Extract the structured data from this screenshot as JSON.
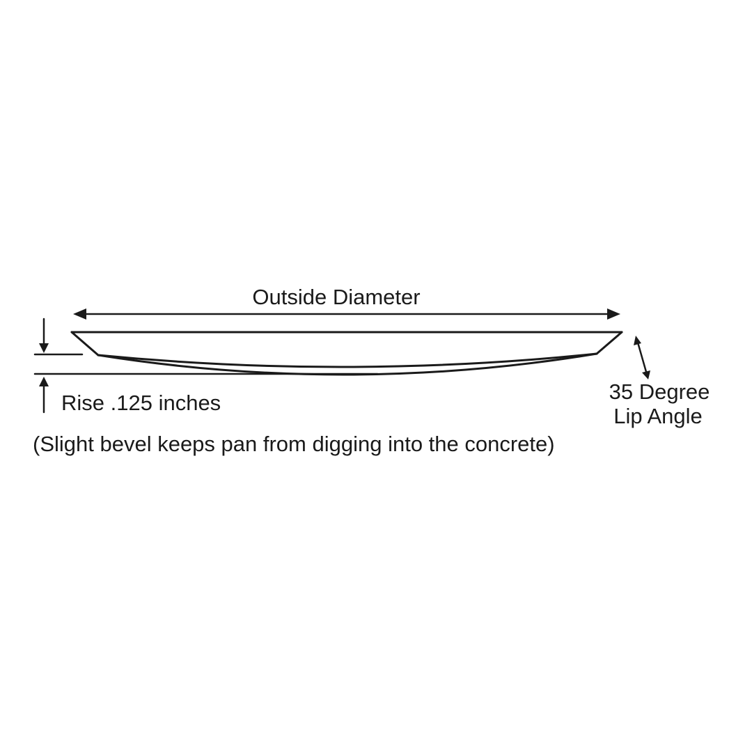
{
  "diagram": {
    "type": "pan-cross-section-dimension-drawing",
    "labels": {
      "outside_diameter": "Outside Diameter",
      "rise": "Rise .125 inches",
      "bevel_note": "(Slight bevel keeps pan from digging into the concrete)",
      "lip_angle_line1": "35 Degree",
      "lip_angle_line2": "Lip Angle"
    },
    "values": {
      "rise_inches": ".125",
      "lip_angle_degrees": "35"
    },
    "colors": {
      "stroke": "#1a1a1a",
      "background": "#ffffff"
    }
  }
}
